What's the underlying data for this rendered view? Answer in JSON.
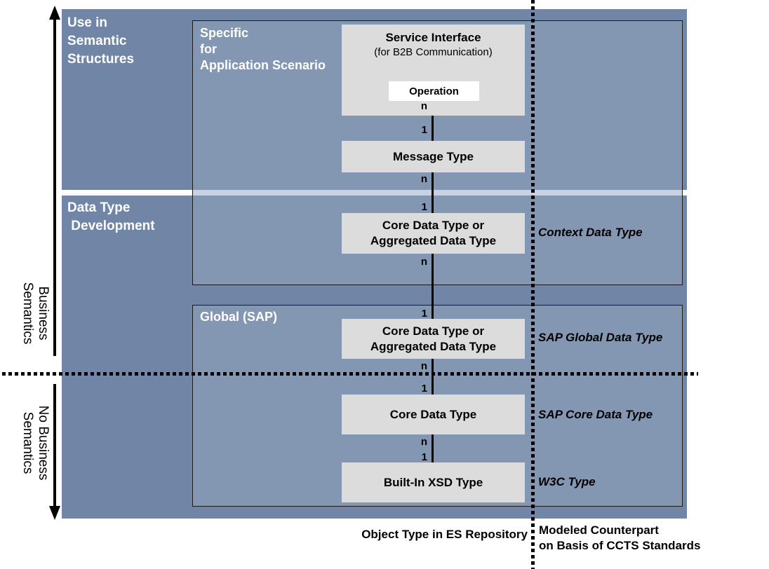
{
  "colors": {
    "outer_region": "#7186A7",
    "inner_box": "#8497B2",
    "divider_strip_inside": "#C9D2E2",
    "node_box": "#DCDCDC",
    "operation_box": "#FFFFFF"
  },
  "left_axis": {
    "top_label": "Business\nSemantics",
    "bottom_label": "No Business\nSemantics"
  },
  "regions": {
    "use_in_semantic": "Use in\nSemantic\nStructures",
    "data_type_development": "Data Type\n Development"
  },
  "inner_boxes": {
    "app_scenario": "Specific\nfor\nApplication Scenario",
    "global_sap": "Global (SAP)"
  },
  "nodes": {
    "service_interface": {
      "title": "Service Interface",
      "subtitle": "(for B2B Communication)",
      "operation": "Operation"
    },
    "message_type": "Message Type",
    "cdt_adt_1": "Core Data Type or\nAggregated Data Type",
    "cdt_adt_2": "Core Data Type or\nAggregated Data Type",
    "core_data_type": "Core Data Type",
    "built_in_xsd": "Built-In XSD Type"
  },
  "cardinalities": [
    "n",
    "1",
    "n",
    "1",
    "n",
    "1",
    "n",
    "1",
    "n",
    "1"
  ],
  "counterparts": {
    "context": "Context Data Type",
    "sap_global": "SAP Global Data Type",
    "sap_core": "SAP Core Data Type",
    "w3c": "W3C Type"
  },
  "footer": {
    "left": "Object Type in ES Repository",
    "right": "Modeled Counterpart\non Basis of CCTS Standards"
  }
}
